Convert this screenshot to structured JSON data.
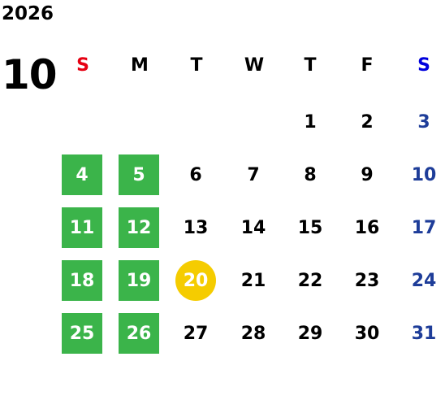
{
  "calendar": {
    "year": "2026",
    "month": "10",
    "weekdays": [
      {
        "label": "S",
        "color": "#e60012"
      },
      {
        "label": "M",
        "color": "#000000"
      },
      {
        "label": "T",
        "color": "#000000"
      },
      {
        "label": "W",
        "color": "#000000"
      },
      {
        "label": "T",
        "color": "#000000"
      },
      {
        "label": "F",
        "color": "#000000"
      },
      {
        "label": "S",
        "color": "#0000dd"
      }
    ],
    "weeks": [
      [
        null,
        null,
        null,
        null,
        "1",
        "2",
        "3"
      ],
      [
        "4",
        "5",
        "6",
        "7",
        "8",
        "9",
        "10"
      ],
      [
        "11",
        "12",
        "13",
        "14",
        "15",
        "16",
        "17"
      ],
      [
        "18",
        "19",
        "20",
        "21",
        "22",
        "23",
        "24"
      ],
      [
        "25",
        "26",
        "27",
        "28",
        "29",
        "30",
        "31"
      ]
    ],
    "highlighted_holidays": [
      "4",
      "5",
      "11",
      "12",
      "18",
      "19",
      "25",
      "26"
    ],
    "today": "20",
    "colors": {
      "holiday_bg": "#3bb44a",
      "today_bg": "#f5cc00",
      "saturday": "#1e3d99",
      "sunday_header": "#e60012",
      "saturday_header": "#0000dd"
    }
  }
}
